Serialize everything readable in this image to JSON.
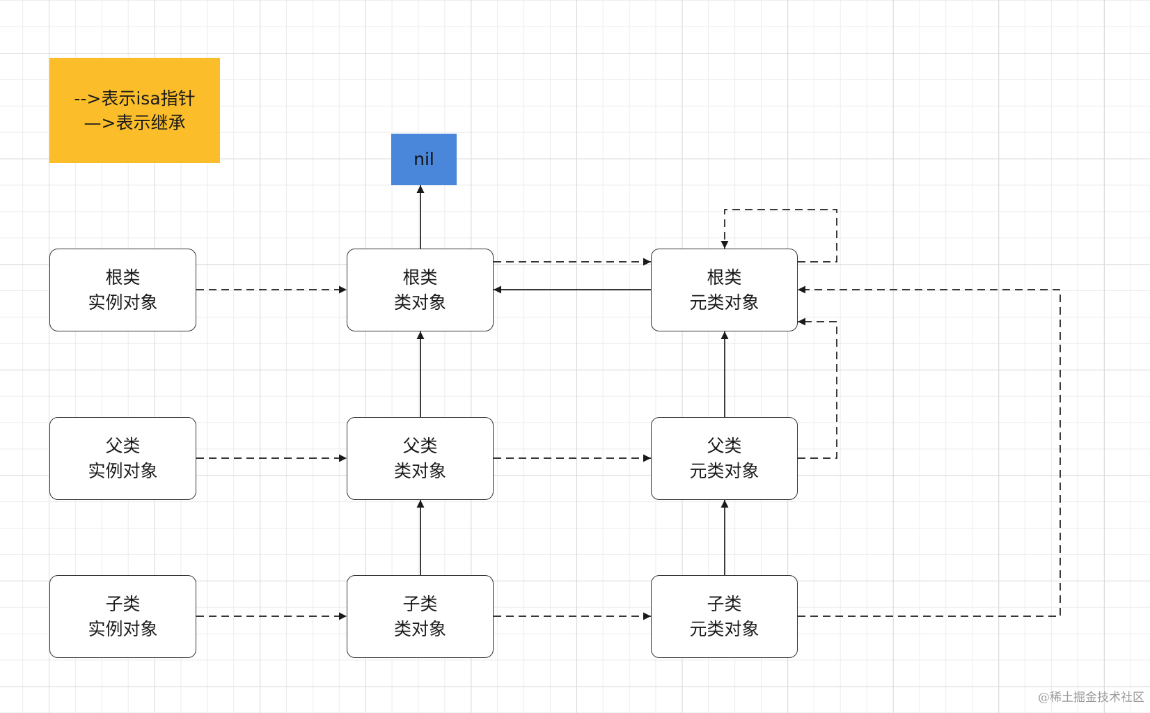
{
  "legend": {
    "isa_line": "-->表示isa指针",
    "inherit_line": "—>表示继承"
  },
  "nil_label": "nil",
  "nodes": {
    "root_instance": [
      "根类",
      "实例对象"
    ],
    "root_class": [
      "根类",
      "类对象"
    ],
    "root_meta": [
      "根类",
      "元类对象"
    ],
    "parent_instance": [
      "父类",
      "实例对象"
    ],
    "parent_class": [
      "父类",
      "类对象"
    ],
    "parent_meta": [
      "父类",
      "元类对象"
    ],
    "child_instance": [
      "子类",
      "实例对象"
    ],
    "child_class": [
      "子类",
      "类对象"
    ],
    "child_meta": [
      "子类",
      "元类对象"
    ]
  },
  "watermark": "@稀土掘金技术社区",
  "colors": {
    "legend_fill": "#FBBE2A",
    "nil_fill": "#4A86D9",
    "box_border": "#333333",
    "arrow": "#1A1A1A"
  }
}
